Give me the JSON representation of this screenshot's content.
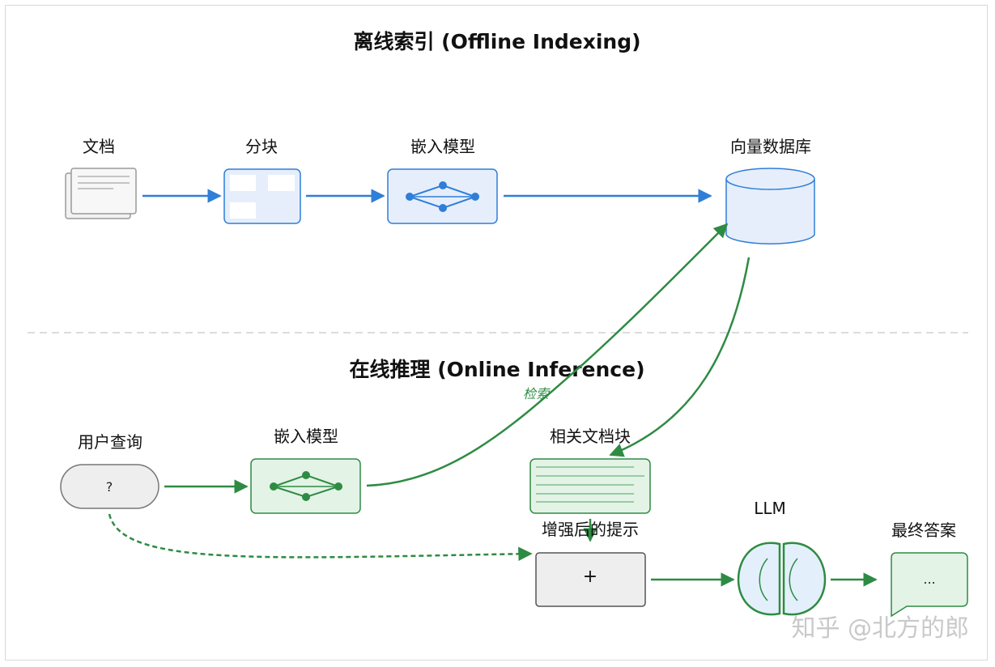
{
  "offline": {
    "title": "离线索引 (Offline Indexing)",
    "steps": {
      "docs": "文档",
      "chunks": "分块",
      "embed": "嵌入模型",
      "vectordb": "向量数据库"
    }
  },
  "online": {
    "title": "在线推理 (Online Inference)",
    "steps": {
      "query": "用户查询",
      "query_symbol": "?",
      "embed": "嵌入模型",
      "relevant": "相关文档块",
      "prompt": "增强后的提示",
      "prompt_symbol": "+",
      "llm": "LLM",
      "answer": "最终答案",
      "answer_symbol": "..."
    },
    "retrieve": "检索"
  },
  "watermark": "知乎 @北方的郎",
  "colors": {
    "offline_accent": "#2f7ed8",
    "offline_fill": "#e6eefb",
    "online_accent": "#2e8b43",
    "online_fill": "#e3f3e6",
    "neutral_fill": "#eeeeee"
  }
}
